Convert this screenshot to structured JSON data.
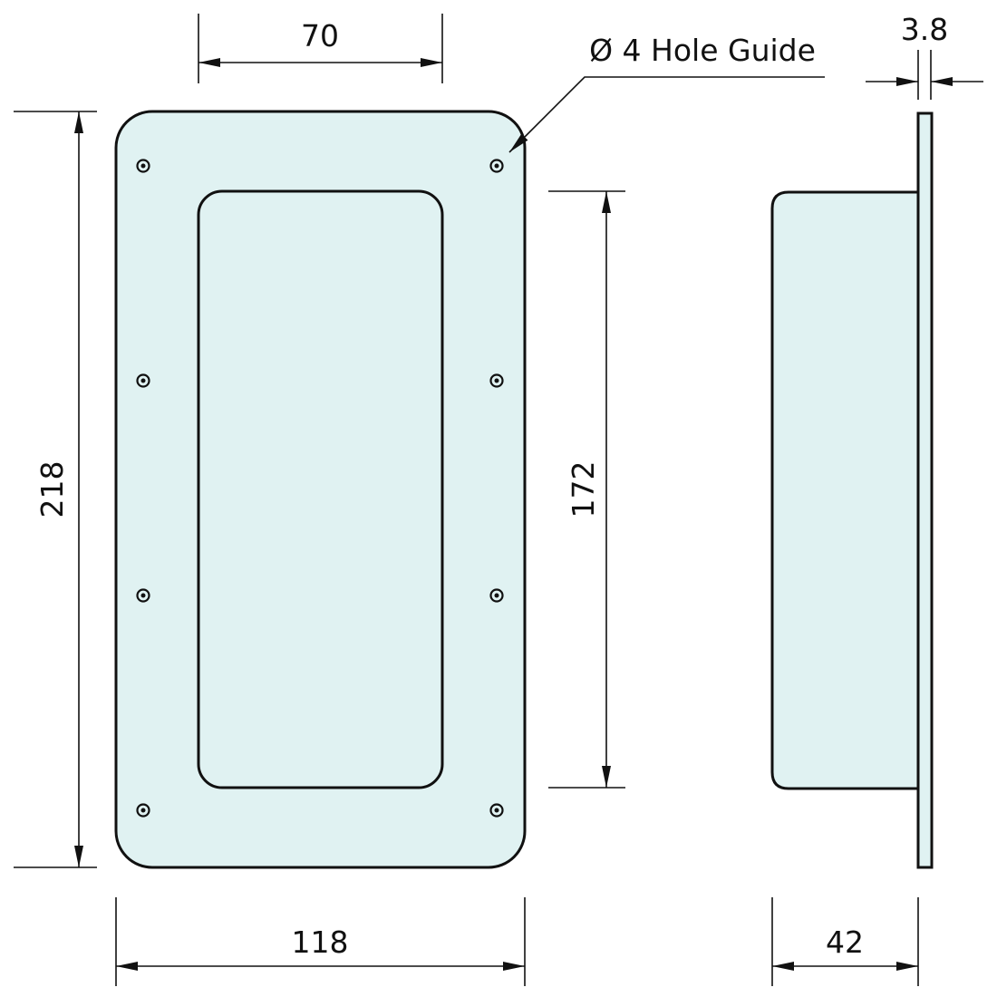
{
  "colors": {
    "part_fill": "#e0f2f2",
    "line": "#111111"
  },
  "dimensions": {
    "inner_width": "70",
    "outer_width": "118",
    "outer_height": "218",
    "inner_height": "172",
    "depth": "42",
    "flange_thickness": "3.8"
  },
  "annotations": {
    "hole_guide": "Ø 4 Hole Guide"
  }
}
